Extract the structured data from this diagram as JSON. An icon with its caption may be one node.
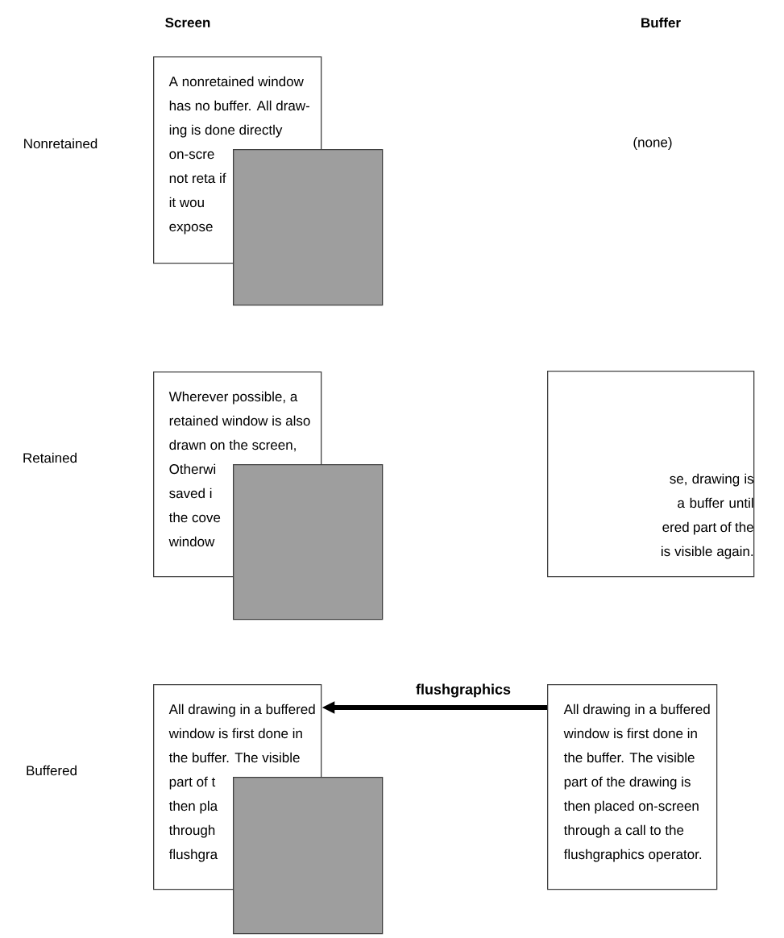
{
  "diagram": {
    "nodes": [
      {
        "text": [
          "A nonretained window has no buffer. All draw-ing is done directly",
          "on-scre not reta if it wou expose"
        ]
      },
      {
        "text": [],
        "shape": "box"
      },
      {
        "text": [
          "Wherever possible, a retained window is also drawn on the screen,",
          "Otherwi saved i the cove window"
        ]
      },
      {
        "text": [],
        "shape": "box"
      },
      {
        "text": [
          "se, drawing is a buffer until ered part of the is visible again."
        ]
      },
      {
        "text": [
          "All drawing in a buffered window is first done in the buffer. The visible",
          "part of t then pla through flushgra"
        ]
      },
      {
        "text": [],
        "shape": "box"
      },
      {
        "text": [
          "All drawing in a buffered window is first done in the buffer. The visible part of the drawing is then placed on-screen through a call to the flushgraphics operator."
        ]
      }
    ],
    "edges": [
      {
        "from": 7,
        "to": 5,
        "arrow": "to",
        "label": "flushgraphics"
      }
    ],
    "labels": [
      "Screen",
      "Buffer",
      "Nonretained",
      "(none)",
      "Retained",
      "Buffered"
    ]
  }
}
